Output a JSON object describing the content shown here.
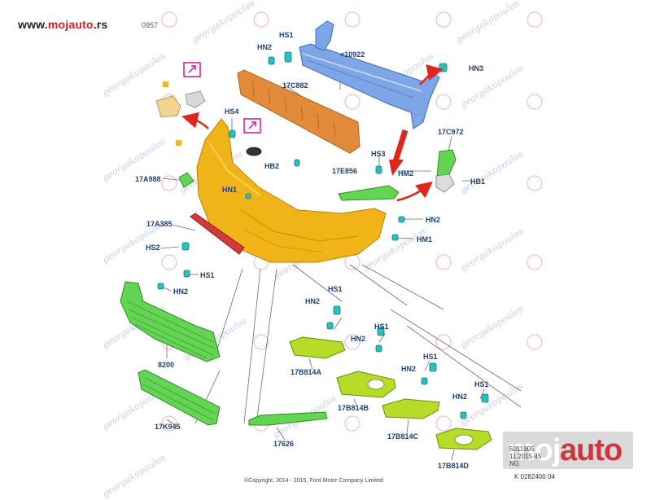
{
  "header": {
    "site_prefix": "www.",
    "site_brand": "mojauto",
    "site_suffix": ".rs",
    "code_stub": "0957"
  },
  "watermark": {
    "text": "georgakopoulos",
    "logo_text": "mojauto"
  },
  "footer": {
    "copyright": "©Copyright, 2014 - 2015, Ford Motor Company Limited",
    "doc_number": "K 0282400 04"
  },
  "stamp": {
    "line1": "5011905",
    "line2": "11.2015 45",
    "line3": "NG"
  },
  "labels": {
    "hs1_top": "HS1",
    "hn2_top": "HN2",
    "p10922": "<10922",
    "hn3": "HN3",
    "p17c882": "17C882",
    "hs4": "HS4",
    "hs3": "HS3",
    "p17c972": "17C972",
    "hb2": "HB2",
    "p17e856": "17E856",
    "hm2": "HM2",
    "hb1": "HB1",
    "p17a988": "17A988",
    "hn1": "HN1",
    "hn2_mid": "HN2",
    "hm1": "HM1",
    "p17a385": "17A385",
    "hs2": "HS2",
    "hs1_left": "HS1",
    "hn2_left": "HN2",
    "p8200": "8200",
    "p17k945": "17K945",
    "p17626": "17626",
    "hs1_a": "HS1",
    "hn2_a": "HN2",
    "p17b814a": "17B814A",
    "hs1_b": "HS1",
    "hn2_b": "HN2",
    "p17b814b": "17B814B",
    "hs1_c": "HS1",
    "hn2_c": "HN2",
    "p17b814c": "17B814C",
    "hs1_d": "HS1",
    "hn2_d": "HN2",
    "p17b814d": "17B814D"
  },
  "colors": {
    "bumper": "#f0b418",
    "reinforcement": "#7ea6e6",
    "absorber": "#e08a3a",
    "grille": "#63d453",
    "trim": "#b6dc2a",
    "deflector": "#d23a3a",
    "clip": "#2bbfbf",
    "arrow": "#e0251b",
    "label": "#1e3f78",
    "watermark": "#b9c6e6"
  }
}
